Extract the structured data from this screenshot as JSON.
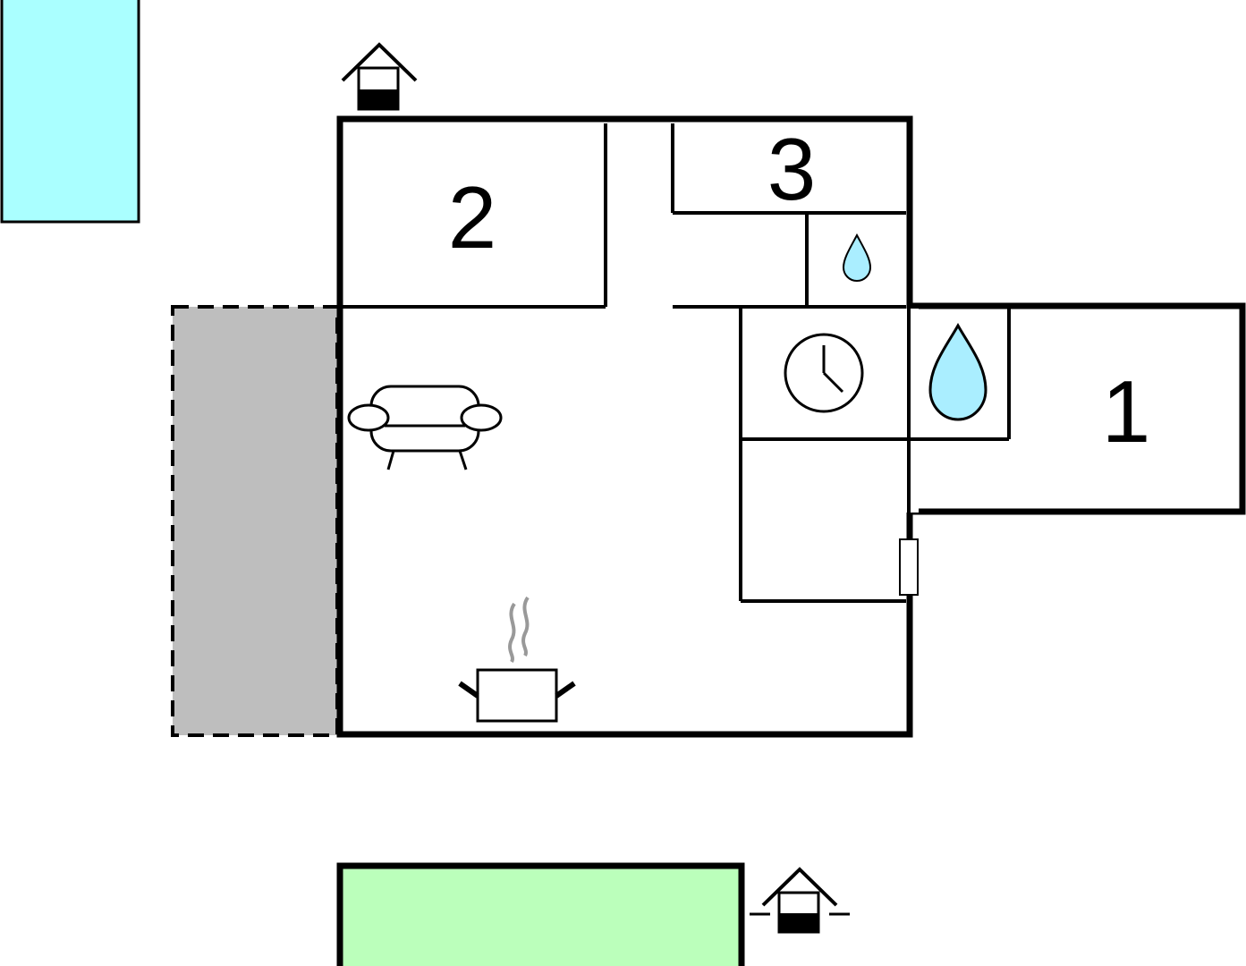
{
  "rooms": [
    {
      "id": "room-1",
      "label": "1"
    },
    {
      "id": "room-2",
      "label": "2"
    },
    {
      "id": "room-3",
      "label": "3"
    }
  ],
  "icons": {
    "entrance": "house-entrance-icon",
    "sofa": "sofa-icon",
    "cooking_pot": "cooking-pot-icon",
    "clock": "clock-icon",
    "water_drop": "water-drop-icon"
  },
  "colors": {
    "wall": "#000000",
    "water_area": "#aaffff",
    "garden": "#bbffbb",
    "terrace": "#bebebe",
    "drop_fill": "#aaeeff"
  }
}
